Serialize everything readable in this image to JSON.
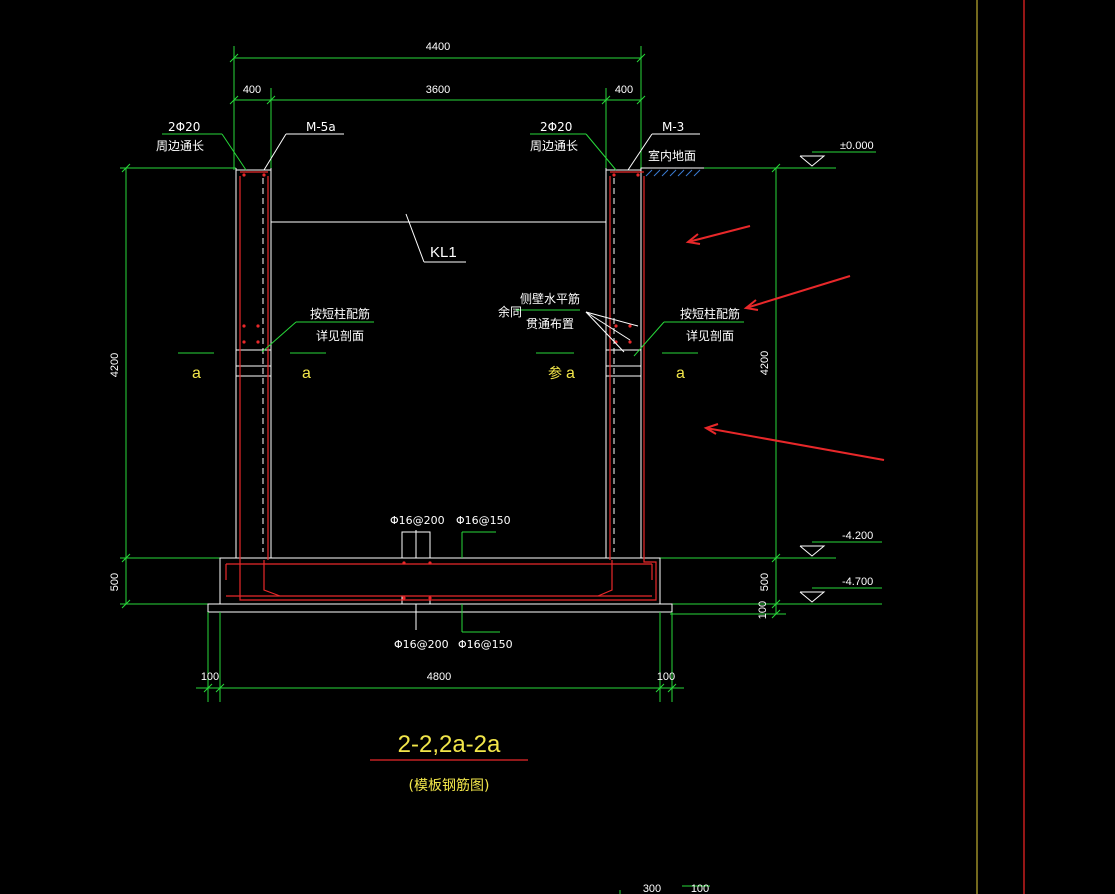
{
  "dimensions": {
    "top_total": "4400",
    "left_wall": "400",
    "inner_span": "3600",
    "right_wall": "400",
    "left_height": "4200",
    "left_base": "500",
    "right_height": "4200",
    "right_base": "500",
    "right_pad": "100",
    "bottom_left": "100",
    "bottom_total": "4800",
    "bottom_right": "100",
    "bottom_partial_1": "300",
    "bottom_partial_2": "100"
  },
  "notes": {
    "rebar_left": "2Φ20",
    "rebar_left_sub": "周边通长",
    "door_left": "M-5a",
    "rebar_right": "2Φ20",
    "rebar_right_sub": "周边通长",
    "door_right": "M-3",
    "floor_note": "室内地面",
    "beam": "KL1",
    "col_left_1": "按短柱配筋",
    "col_left_2": "详见剖面",
    "col_right_1": "按短柱配筋",
    "col_right_2": "详见剖面",
    "side_wall_1": "侧壁水平筋",
    "side_wall_2": "贯通布置",
    "remaining": "余同",
    "slab_top_1": "Φ16@200",
    "slab_top_2": "Φ16@150",
    "slab_bot_1": "Φ16@200",
    "slab_bot_2": "Φ16@150"
  },
  "section_marks": {
    "left_outer": "a",
    "left_inner": "a",
    "right_inner_prefix": "参",
    "right_inner": "a",
    "right_outer": "a"
  },
  "levels": {
    "top": "±0.000",
    "mid": "-4.200",
    "bottom": "-4.700"
  },
  "title": {
    "main": "2-2,2a-2a",
    "sub": "(模板钢筋图)"
  },
  "colors": {
    "background": "#000000",
    "dimension": "#27d83a",
    "rebar": "#e8282a",
    "text": "#ffffff",
    "label": "#f2e64a",
    "frame_yellow": "#e6d23a",
    "frame_red": "#d42020"
  }
}
